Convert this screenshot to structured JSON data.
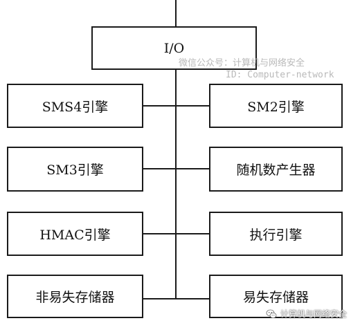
{
  "diagram": {
    "top": {
      "label": "I/O"
    },
    "left_column": [
      {
        "label": "SMS4引擎"
      },
      {
        "label": "SM3引擎"
      },
      {
        "label": "HMAC引擎"
      },
      {
        "label": "非易失存储器"
      }
    ],
    "right_column": [
      {
        "label": "SM2引擎"
      },
      {
        "label": "随机数产生器"
      },
      {
        "label": "执行引擎"
      },
      {
        "label": "易失存储器"
      }
    ]
  },
  "watermark": {
    "line1": "微信公众号：计算机与网络安全",
    "line2": "ID: Computer-network",
    "badge": "计算机与网络安全",
    "badge_icon": "wechat-icon"
  },
  "colors": {
    "stroke": "#1a1a1a",
    "watermark": "#b9b9b9"
  }
}
